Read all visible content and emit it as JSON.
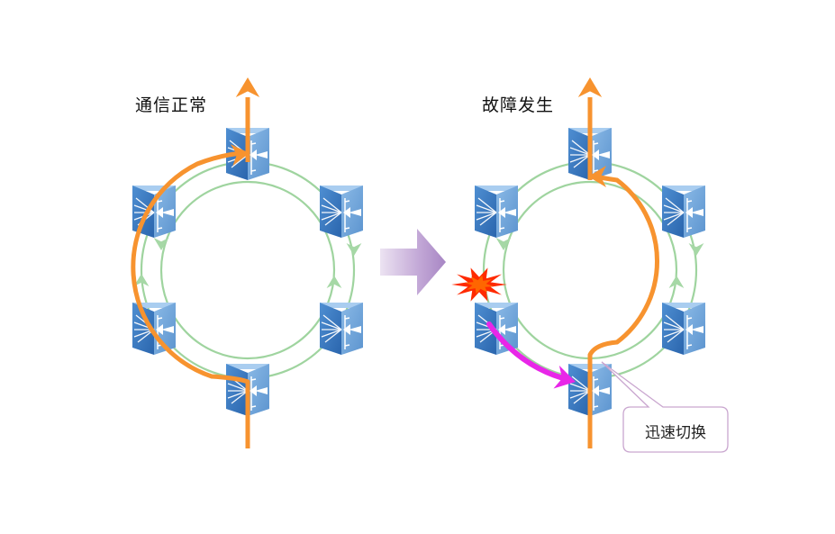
{
  "panels": [
    {
      "id": "normal",
      "title": "通信正常",
      "state": "normal",
      "switch_count": 6,
      "fault": false
    },
    {
      "id": "fault",
      "title": "故障发生",
      "state": "fault",
      "switch_count": 6,
      "fault": true,
      "callout": "迅速切换"
    }
  ],
  "colors": {
    "ring": "#9fd49f",
    "ring_arrow": "#a6d8a6",
    "traffic_path": "#f7932f",
    "switchover_path": "#e826e8",
    "switch_dark": "#2f6fb6",
    "switch_light": "#7fb0e0",
    "transition_arrow": "#b89bcf",
    "fault_burst": "#ff2a00",
    "fault_burst_core": "#ff6600",
    "callout_border": "#c9a6cf"
  },
  "icons": {
    "switch": "network-switch-icon",
    "fault": "fault-burst-icon",
    "transition": "right-arrow-icon"
  }
}
